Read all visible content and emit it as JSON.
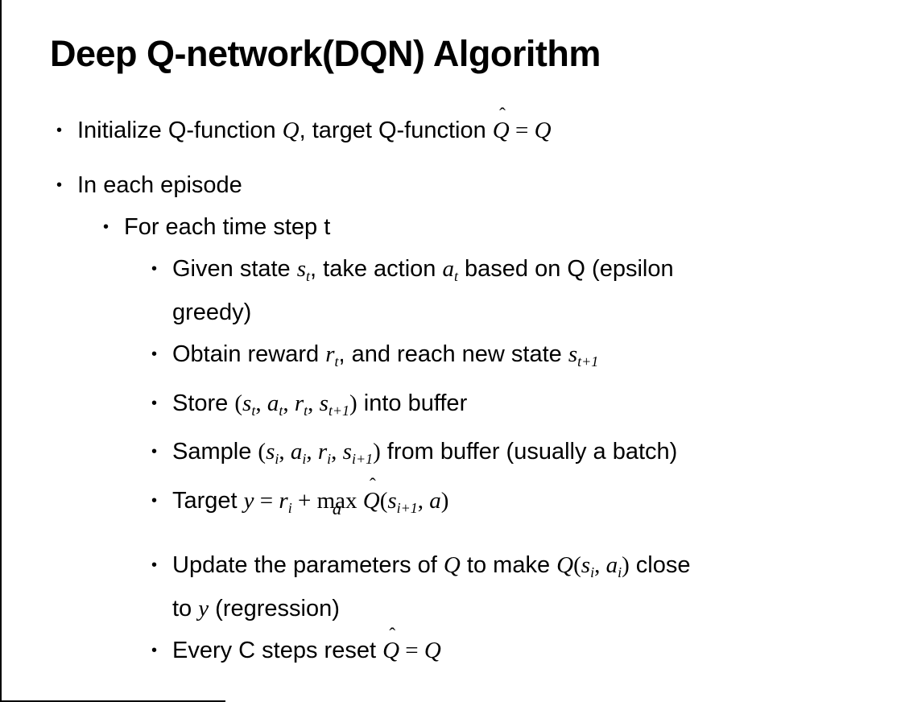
{
  "slide": {
    "title": "Deep Q-network(DQN) Algorithm"
  },
  "notation": {
    "bullet_glyph": "•",
    "hat_mark": "ˆ"
  },
  "bullets": [
    {
      "level": 1,
      "segments": [
        {
          "k": "t",
          "x": "Initialize Q-function "
        },
        {
          "k": "v",
          "x": "Q"
        },
        {
          "k": "t",
          "x": ", target Q-function "
        },
        {
          "k": "hat",
          "x": "Q"
        },
        {
          "k": "m",
          "x": " = "
        },
        {
          "k": "v",
          "x": "Q"
        }
      ]
    },
    {
      "level": 1,
      "segments": [
        {
          "k": "t",
          "x": "In each episode"
        }
      ]
    },
    {
      "level": 2,
      "segments": [
        {
          "k": "t",
          "x": "For each time step t"
        }
      ]
    },
    {
      "level": 3,
      "segments": [
        {
          "k": "t",
          "x": "Given state "
        },
        {
          "k": "vs",
          "x": "s",
          "s": "t"
        },
        {
          "k": "t",
          "x": ", take action "
        },
        {
          "k": "vs",
          "x": "a",
          "s": "t"
        },
        {
          "k": "t",
          "x": " based on Q (epsilon"
        },
        {
          "k": "br"
        },
        {
          "k": "t",
          "x": "greedy)"
        }
      ]
    },
    {
      "level": 3,
      "segments": [
        {
          "k": "t",
          "x": "Obtain reward "
        },
        {
          "k": "vs",
          "x": "r",
          "s": "t"
        },
        {
          "k": "t",
          "x": ", and reach new state "
        },
        {
          "k": "vs",
          "x": "s",
          "s": "t+1"
        }
      ]
    },
    {
      "level": 3,
      "segments": [
        {
          "k": "t",
          "x": "Store "
        },
        {
          "k": "m",
          "x": "("
        },
        {
          "k": "vs",
          "x": "s",
          "s": "t"
        },
        {
          "k": "m",
          "x": ", "
        },
        {
          "k": "vs",
          "x": "a",
          "s": "t"
        },
        {
          "k": "m",
          "x": ", "
        },
        {
          "k": "vs",
          "x": "r",
          "s": "t"
        },
        {
          "k": "m",
          "x": ", "
        },
        {
          "k": "vs",
          "x": "s",
          "s": "t+1"
        },
        {
          "k": "m",
          "x": ")"
        },
        {
          "k": "t",
          "x": " into buffer"
        }
      ]
    },
    {
      "level": 3,
      "segments": [
        {
          "k": "t",
          "x": "Sample "
        },
        {
          "k": "m",
          "x": "("
        },
        {
          "k": "vs",
          "x": "s",
          "s": "i"
        },
        {
          "k": "m",
          "x": ", "
        },
        {
          "k": "vs",
          "x": "a",
          "s": "i"
        },
        {
          "k": "m",
          "x": ", "
        },
        {
          "k": "vs",
          "x": "r",
          "s": "i"
        },
        {
          "k": "m",
          "x": ", "
        },
        {
          "k": "vs",
          "x": "s",
          "s": "i+1"
        },
        {
          "k": "m",
          "x": ")"
        },
        {
          "k": "t",
          "x": " from buffer (usually a batch)"
        }
      ]
    },
    {
      "level": 3,
      "segments": [
        {
          "k": "t",
          "x": "Target "
        },
        {
          "k": "v",
          "x": "y"
        },
        {
          "k": "m",
          "x": " = "
        },
        {
          "k": "vs",
          "x": "r",
          "s": "i"
        },
        {
          "k": "m",
          "x": " + "
        },
        {
          "k": "maxu",
          "x": "max",
          "s": "a"
        },
        {
          "k": "m",
          "x": " "
        },
        {
          "k": "hat",
          "x": "Q"
        },
        {
          "k": "m",
          "x": "("
        },
        {
          "k": "vs",
          "x": "s",
          "s": "i+1"
        },
        {
          "k": "m",
          "x": ", "
        },
        {
          "k": "v",
          "x": "a"
        },
        {
          "k": "m",
          "x": ")"
        }
      ]
    },
    {
      "level": 3,
      "segments": [
        {
          "k": "t",
          "x": "Update the parameters of "
        },
        {
          "k": "v",
          "x": "Q"
        },
        {
          "k": "t",
          "x": " to make "
        },
        {
          "k": "v",
          "x": "Q"
        },
        {
          "k": "m",
          "x": "("
        },
        {
          "k": "vs",
          "x": "s",
          "s": "i"
        },
        {
          "k": "m",
          "x": ", "
        },
        {
          "k": "vs",
          "x": "a",
          "s": "i"
        },
        {
          "k": "m",
          "x": ")"
        },
        {
          "k": "t",
          "x": " close"
        },
        {
          "k": "br"
        },
        {
          "k": "t",
          "x": "to "
        },
        {
          "k": "v",
          "x": "y"
        },
        {
          "k": "t",
          "x": " (regression)"
        }
      ]
    },
    {
      "level": 3,
      "segments": [
        {
          "k": "t",
          "x": "Every C steps reset "
        },
        {
          "k": "hat",
          "x": "Q"
        },
        {
          "k": "m",
          "x": " = "
        },
        {
          "k": "v",
          "x": "Q"
        }
      ]
    }
  ]
}
